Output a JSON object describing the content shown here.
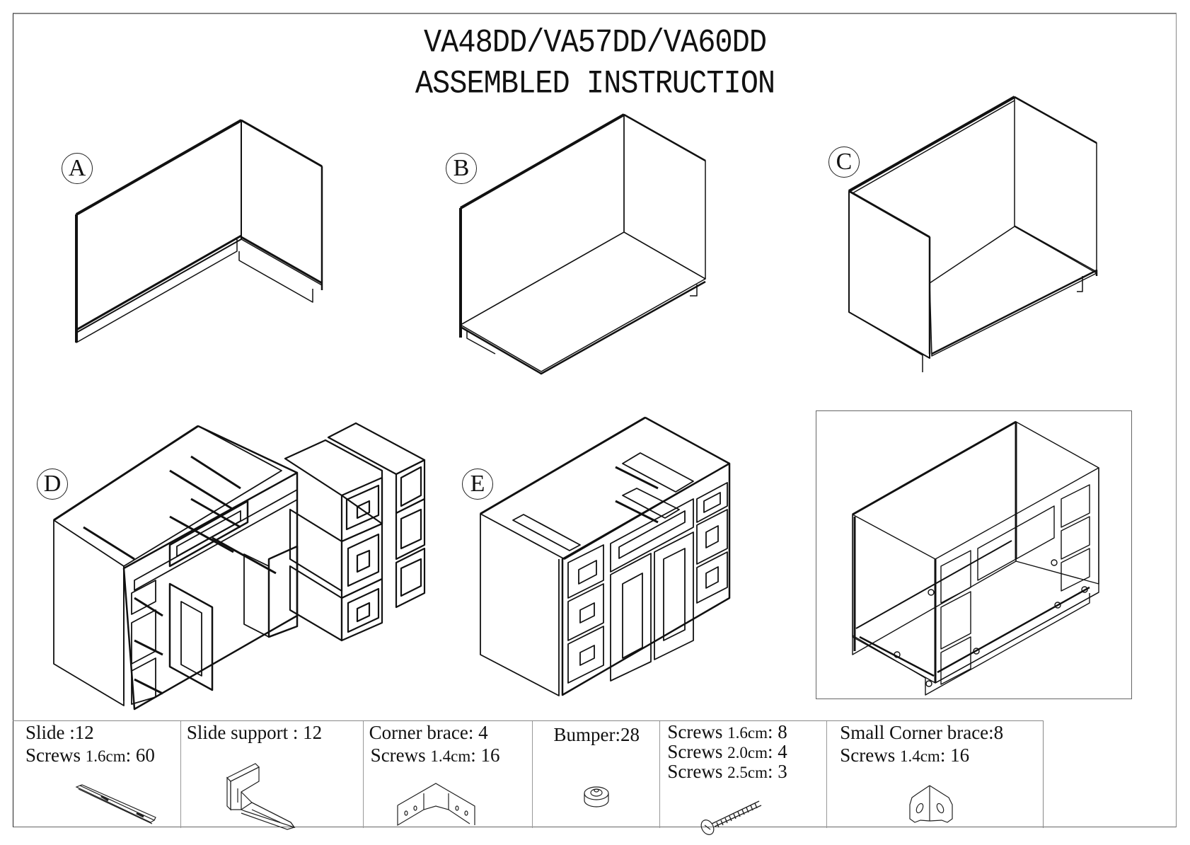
{
  "document": {
    "title_line1": "VA48DD/VA57DD/VA60DD",
    "title_line2": "ASSEMBLED INSTRUCTION"
  },
  "steps": [
    {
      "label": "A",
      "description": "back panel and right side panel with toe kick"
    },
    {
      "label": "B",
      "description": "bottom panel added"
    },
    {
      "label": "C",
      "description": "left side panel added"
    },
    {
      "label": "D",
      "description": "face frame, slides, doors and drawers exploded view"
    },
    {
      "label": "E",
      "description": "assembled vanity with drawers and doors"
    },
    {
      "label": "",
      "description": "wireframe view of assembled cabinet with corner braces"
    }
  ],
  "parts": [
    {
      "lines": [
        {
          "name": "Slide",
          "size": "",
          "sep": " :",
          "qty": "12"
        },
        {
          "name": "Screws",
          "size": "1.6cm",
          "sep": ":",
          "qty": "60"
        }
      ],
      "icon": "drawer-slide-icon"
    },
    {
      "lines": [
        {
          "name": "Slide support",
          "size": "",
          "sep": " :",
          "qty": "12"
        }
      ],
      "icon": "slide-support-icon"
    },
    {
      "lines": [
        {
          "name": "Corner brace",
          "size": "",
          "sep": ":",
          "qty": "4"
        },
        {
          "name": "Screws",
          "size": "1.4cm",
          "sep": ":",
          "qty": "16"
        }
      ],
      "icon": "corner-brace-icon"
    },
    {
      "lines": [
        {
          "name": "Bumper",
          "size": "",
          "sep": ":",
          "qty": "28"
        }
      ],
      "icon": "bumper-icon"
    },
    {
      "lines": [
        {
          "name": "Screws",
          "size": "1.6cm",
          "sep": ":",
          "qty": "8"
        },
        {
          "name": "Screws",
          "size": "2.0cm",
          "sep": ":",
          "qty": "4"
        },
        {
          "name": "Screws",
          "size": "2.5cm",
          "sep": ":",
          "qty": "3"
        }
      ],
      "icon": "screw-icon"
    },
    {
      "lines": [
        {
          "name": "Small Corner brace",
          "size": "",
          "sep": ":",
          "qty": "8"
        },
        {
          "name": "Screws",
          "size": "1.4cm",
          "sep": ":",
          "qty": "16"
        }
      ],
      "icon": "small-corner-brace-icon"
    }
  ],
  "parts_text": {
    "p0_l0": "Slide :12",
    "p0_l1a": "Screws ",
    "p0_l1b": "1.6cm",
    "p0_l1c": ": 60",
    "p1_l0": "Slide support : 12",
    "p2_l0": "Corner brace: 4",
    "p2_l1a": "Screws ",
    "p2_l1b": "1.4cm",
    "p2_l1c": ": 16",
    "p3_l0": "Bumper:28",
    "p4_l0a": "Screws ",
    "p4_l0b": "1.6cm",
    "p4_l0c": ": 8",
    "p4_l1a": "Screws ",
    "p4_l1b": "2.0cm",
    "p4_l1c": ": 4",
    "p4_l2a": "Screws ",
    "p4_l2b": "2.5cm",
    "p4_l2c": ": 3",
    "p5_l0": "Small Corner brace:8",
    "p5_l1a": "Screws ",
    "p5_l1b": "1.4cm",
    "p5_l1c": ": 16"
  },
  "colors": {
    "line": "#111111",
    "frame": "#888888",
    "background": "#ffffff"
  }
}
